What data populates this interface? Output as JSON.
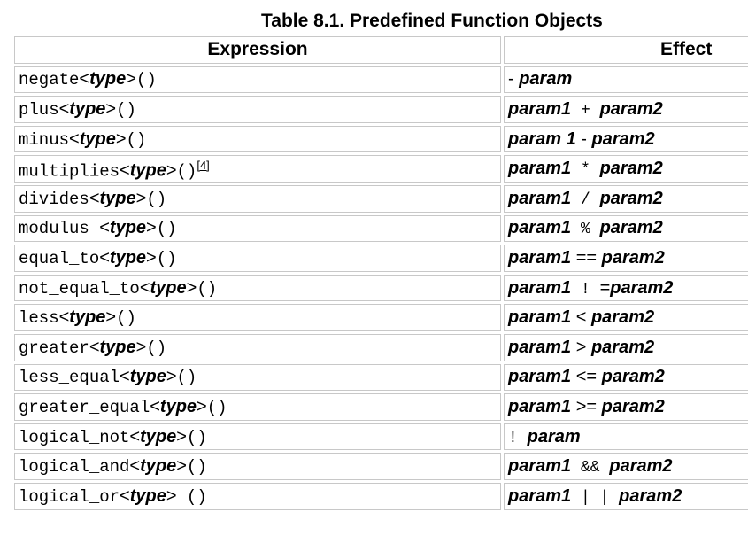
{
  "caption": "Table 8.1. Predefined Function Objects",
  "headers": {
    "expression": "Expression",
    "effect": "Effect"
  },
  "rows": [
    {
      "name": "negate",
      "type": "type",
      "suffix": "()",
      "footnote": "",
      "effect": [
        {
          "t": "plain",
          "v": "- "
        },
        {
          "t": "ital",
          "v": "param"
        }
      ]
    },
    {
      "name": "plus",
      "type": "type",
      "suffix": "()",
      "footnote": "",
      "effect": [
        {
          "t": "ital",
          "v": "param1"
        },
        {
          "t": "op",
          "v": " + "
        },
        {
          "t": "ital",
          "v": "param2"
        }
      ]
    },
    {
      "name": "minus",
      "type": "type",
      "suffix": "()",
      "footnote": "",
      "effect": [
        {
          "t": "ital",
          "v": "param 1"
        },
        {
          "t": "plain",
          "v": " - "
        },
        {
          "t": "ital",
          "v": "param2"
        }
      ]
    },
    {
      "name": "multiplies",
      "type": "type",
      "suffix": "()",
      "footnote": "[4]",
      "effect": [
        {
          "t": "ital",
          "v": "param1"
        },
        {
          "t": "op",
          "v": " * "
        },
        {
          "t": "ital",
          "v": "param2"
        }
      ]
    },
    {
      "name": "divides",
      "type": "type",
      "suffix": "()",
      "footnote": "",
      "effect": [
        {
          "t": "ital",
          "v": "param1"
        },
        {
          "t": "op",
          "v": " / "
        },
        {
          "t": "ital",
          "v": "param2"
        }
      ]
    },
    {
      "name": "modulus ",
      "type": "type",
      "suffix": "()",
      "footnote": "",
      "effect": [
        {
          "t": "ital",
          "v": "param1"
        },
        {
          "t": "op",
          "v": " % "
        },
        {
          "t": "ital",
          "v": "param2"
        }
      ]
    },
    {
      "name": "equal_to",
      "type": "type",
      "suffix": "()",
      "footnote": "",
      "effect": [
        {
          "t": "ital",
          "v": "param1"
        },
        {
          "t": "plain",
          "v": " == "
        },
        {
          "t": "ital",
          "v": "param2"
        }
      ]
    },
    {
      "name": "not_equal_to",
      "type": "type",
      "suffix": "()",
      "footnote": "",
      "effect": [
        {
          "t": "ital",
          "v": "param1"
        },
        {
          "t": "op",
          "v": " ! "
        },
        {
          "t": "plain",
          "v": "="
        },
        {
          "t": "ital",
          "v": "param2"
        }
      ]
    },
    {
      "name": "less",
      "type": "type",
      "suffix": "()",
      "footnote": "",
      "effect": [
        {
          "t": "ital",
          "v": "param1"
        },
        {
          "t": "plain",
          "v": " < "
        },
        {
          "t": "ital",
          "v": "param2"
        }
      ]
    },
    {
      "name": "greater",
      "type": "type",
      "suffix": "()",
      "footnote": "",
      "effect": [
        {
          "t": "ital",
          "v": "param1"
        },
        {
          "t": "plain",
          "v": " > "
        },
        {
          "t": "ital",
          "v": "param2"
        }
      ]
    },
    {
      "name": "less_equal",
      "type": "type",
      "suffix": "()",
      "footnote": "",
      "effect": [
        {
          "t": "ital",
          "v": "param1"
        },
        {
          "t": "plain",
          "v": " <= "
        },
        {
          "t": "ital",
          "v": "param2"
        }
      ]
    },
    {
      "name": "greater_equal",
      "type": "type",
      "suffix": "()",
      "footnote": "",
      "effect": [
        {
          "t": "ital",
          "v": "param1"
        },
        {
          "t": "plain",
          "v": " >= "
        },
        {
          "t": "ital",
          "v": "param2"
        }
      ]
    },
    {
      "name": "logical_not",
      "type": "type",
      "suffix": "()",
      "footnote": "",
      "effect": [
        {
          "t": "op",
          "v": "! "
        },
        {
          "t": "ital",
          "v": "param"
        }
      ]
    },
    {
      "name": "logical_and",
      "type": "type",
      "suffix": "()",
      "footnote": "",
      "effect": [
        {
          "t": "ital",
          "v": "param1"
        },
        {
          "t": "op",
          "v": " && "
        },
        {
          "t": "ital",
          "v": "param2"
        }
      ]
    },
    {
      "name": "logical_or",
      "type": "type",
      "suffix": " ()",
      "footnote": "",
      "effect": [
        {
          "t": "ital",
          "v": "param1"
        },
        {
          "t": "op",
          "v": " | | "
        },
        {
          "t": "ital",
          "v": "param2"
        }
      ]
    }
  ]
}
